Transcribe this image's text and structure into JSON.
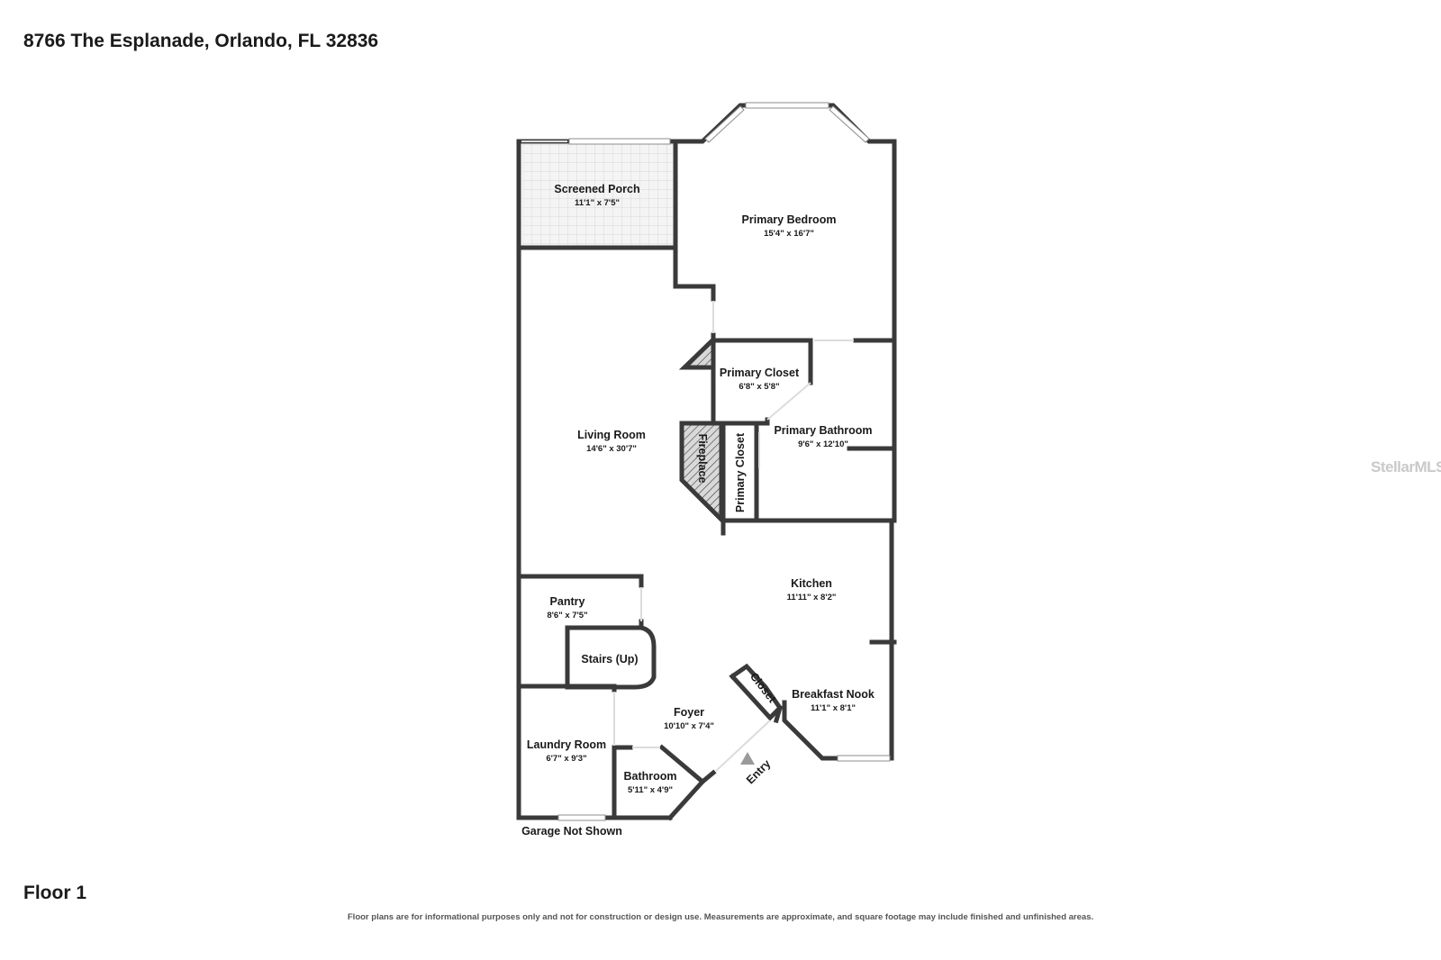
{
  "address": "8766 The Esplanade, Orlando, FL 32836",
  "floor_label": "Floor 1",
  "disclaimer": "Floor plans are for informational purposes only and not for construction or design use. Measurements are approximate, and square footage may include finished and unfinished areas.",
  "watermark": "StellarMLS",
  "rooms": {
    "screened_porch": {
      "name": "Screened Porch",
      "dims": "11'1\" x 7'5\""
    },
    "primary_bedroom": {
      "name": "Primary Bedroom",
      "dims": "15'4\" x 16'7\""
    },
    "primary_closet_1": {
      "name": "Primary Closet",
      "dims": "6'8\" x 5'8\""
    },
    "living_room": {
      "name": "Living Room",
      "dims": "14'6\" x 30'7\""
    },
    "primary_bathroom": {
      "name": "Primary Bathroom",
      "dims": "9'6\" x 12'10\""
    },
    "fireplace": {
      "name": "Fireplace"
    },
    "primary_closet_2": {
      "name": "Primary Closet"
    },
    "kitchen": {
      "name": "Kitchen",
      "dims": "11'11\" x 8'2\""
    },
    "pantry": {
      "name": "Pantry",
      "dims": "8'6\" x 7'5\""
    },
    "stairs": {
      "name": "Stairs (Up)"
    },
    "closet": {
      "name": "Closet"
    },
    "breakfast_nook": {
      "name": "Breakfast Nook",
      "dims": "11'1\" x 8'1\""
    },
    "foyer": {
      "name": "Foyer",
      "dims": "10'10\" x 7'4\""
    },
    "laundry_room": {
      "name": "Laundry Room",
      "dims": "6'7\" x 9'3\""
    },
    "bathroom": {
      "name": "Bathroom",
      "dims": "5'11\" x 4'9\""
    }
  },
  "entry_label": "Entry",
  "garage_note": "Garage Not Shown"
}
